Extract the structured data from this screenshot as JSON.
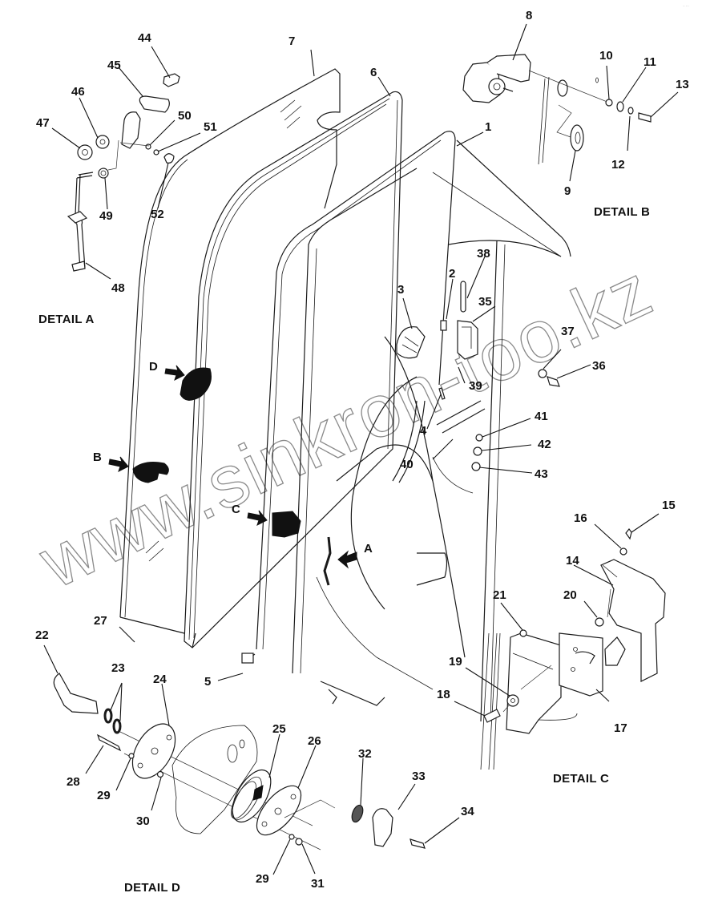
{
  "diagram": {
    "type": "exploded-parts-diagram",
    "subject": "cab door assembly",
    "colors": {
      "line": "#1a1a1a",
      "background": "#ffffff",
      "watermark": "#8a8a8a"
    },
    "corner_mark": "·· ···",
    "watermark": "www.sinkron-too.kz",
    "detail_titles": {
      "a": "DETAIL A",
      "b": "DETAIL B",
      "c": "DETAIL C",
      "d": "DETAIL D"
    },
    "view_arrows": [
      {
        "letter": "D"
      },
      {
        "letter": "B"
      },
      {
        "letter": "C"
      },
      {
        "letter": "A"
      }
    ],
    "callouts": {
      "main": [
        "1",
        "2",
        "3",
        "4",
        "5",
        "6",
        "7",
        "35",
        "36",
        "37",
        "38",
        "39",
        "40",
        "41",
        "42",
        "43"
      ],
      "detail_a": [
        "44",
        "45",
        "46",
        "47",
        "48",
        "49",
        "50",
        "51",
        "52"
      ],
      "detail_b": [
        "8",
        "9",
        "10",
        "11",
        "12",
        "13"
      ],
      "detail_c": [
        "14",
        "15",
        "16",
        "17",
        "18",
        "19",
        "20",
        "21"
      ],
      "detail_d": [
        "22",
        "23",
        "24",
        "25",
        "26",
        "27",
        "28",
        "29",
        "29",
        "30",
        "31",
        "32",
        "33",
        "34"
      ]
    }
  }
}
